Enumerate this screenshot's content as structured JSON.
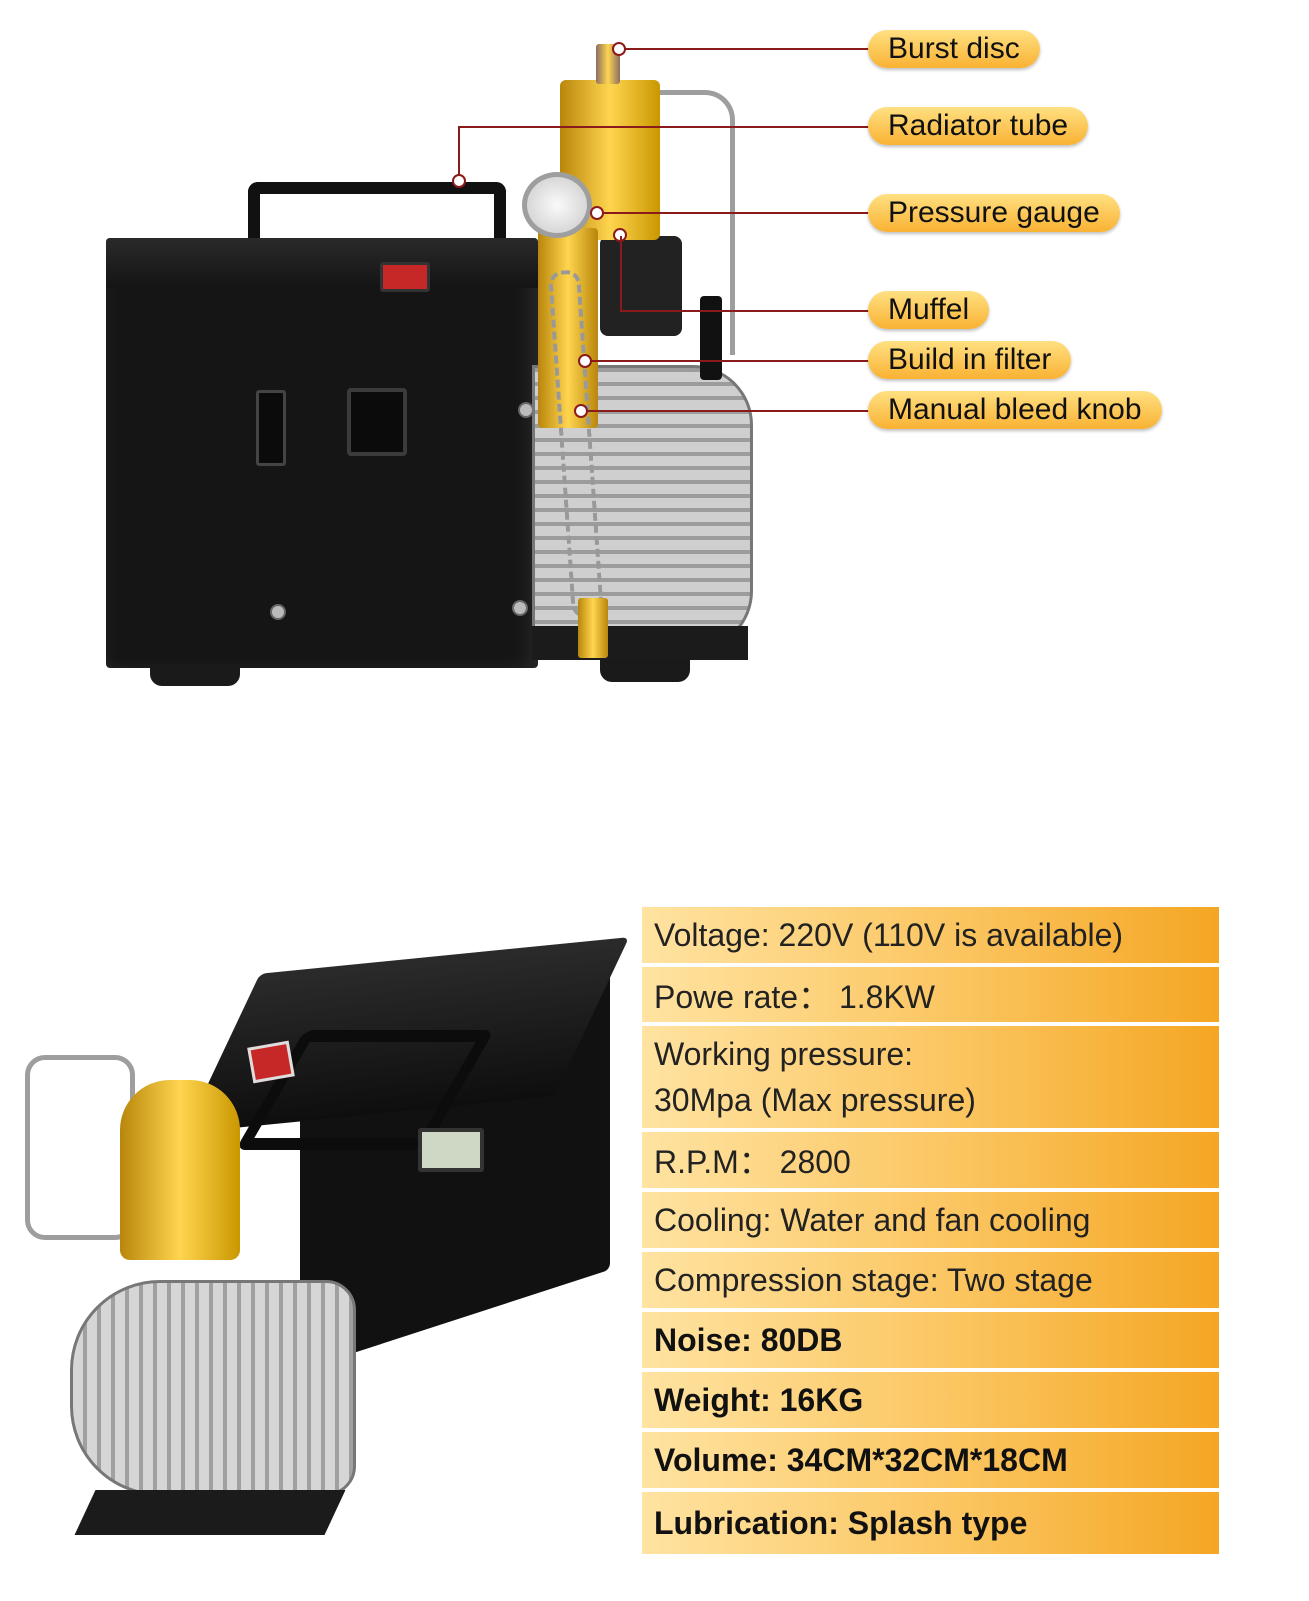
{
  "callouts": [
    {
      "label": "Burst disc"
    },
    {
      "label": "Radiator tube"
    },
    {
      "label": "Pressure gauge"
    },
    {
      "label": "Muffel"
    },
    {
      "label": "Build in filter"
    },
    {
      "label": "Manual bleed knob"
    }
  ],
  "specs": [
    {
      "text": "Voltage: 220V (110V is available)"
    },
    {
      "text": "Powe rate： 1.8KW"
    },
    {
      "line1": "Working pressure:",
      "line2": "30Mpa (Max pressure)"
    },
    {
      "text": "R.P.M： 2800"
    },
    {
      "text": "Cooling: Water and fan cooling"
    },
    {
      "text": "Compression stage: Two stage"
    },
    {
      "text": "Noise: 80DB"
    },
    {
      "text": "Weight: 16KG"
    },
    {
      "text": "Volume: 34CM*32CM*18CM"
    },
    {
      "text": "Lubrication: Splash type"
    }
  ],
  "colors": {
    "label_bg": "#f9b233",
    "leader_line": "#8b1a1a",
    "spec_bg": "#fbc560"
  }
}
